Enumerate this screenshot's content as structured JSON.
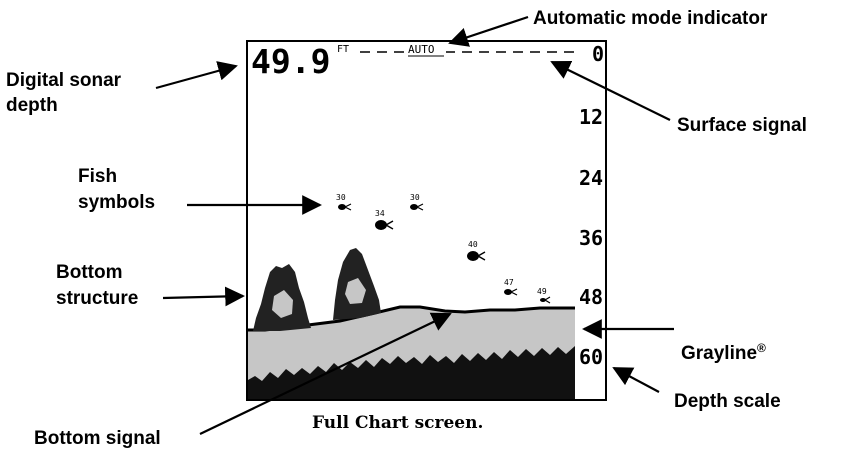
{
  "screen": {
    "depth_value": "49.9",
    "depth_unit": "FT",
    "mode": "AUTO",
    "scale_labels": [
      "0",
      "12",
      "24",
      "36",
      "48",
      "60"
    ],
    "fish": [
      {
        "depth": "30"
      },
      {
        "depth": "34"
      },
      {
        "depth": "30"
      },
      {
        "depth": "40"
      },
      {
        "depth": "47"
      },
      {
        "depth": "49"
      }
    ]
  },
  "caption": "Full Chart screen.",
  "callouts": {
    "automatic_mode": "Automatic mode indicator",
    "digital_depth_line1": "Digital sonar",
    "digital_depth_line2": "depth",
    "surface_signal": "Surface signal",
    "fish_line1": "Fish",
    "fish_line2": "symbols",
    "bottom_structure_line1": "Bottom",
    "bottom_structure_line2": "structure",
    "grayline": "Grayline",
    "grayline_mark": "®",
    "depth_scale": "Depth scale",
    "bottom_signal": "Bottom signal"
  }
}
